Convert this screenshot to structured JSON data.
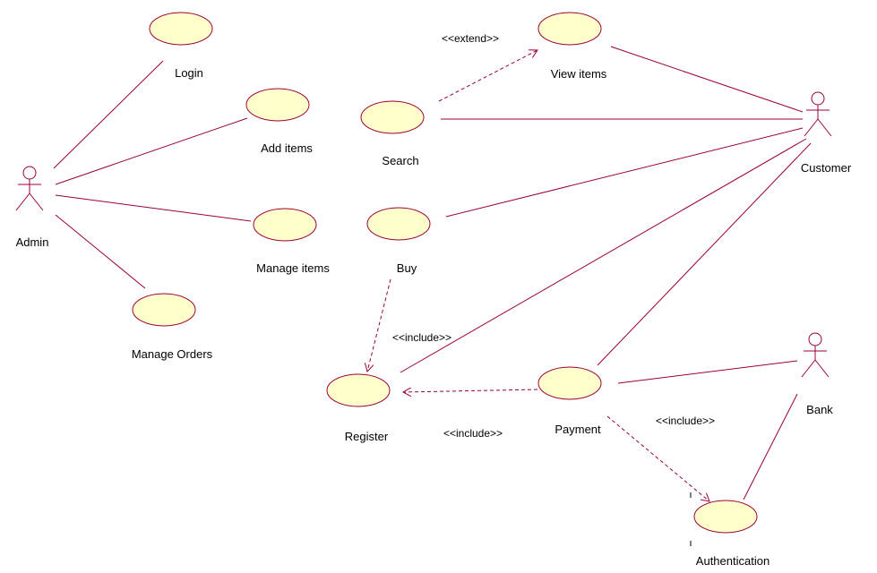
{
  "actors": {
    "admin": "Admin",
    "customer": "Customer",
    "bank": "Bank"
  },
  "use_cases": {
    "login": "Login",
    "add_items": "Add items",
    "manage_items": "Manage items",
    "manage_orders": "Manage Orders",
    "search": "Search",
    "buy": "Buy",
    "view_items": "View items",
    "register": "Register",
    "payment": "Payment",
    "authentication": "Authentication"
  },
  "relationships": {
    "search_view_items": "<<extend>>",
    "buy_register": "<<include>>",
    "payment_register": "<<include>>",
    "payment_authentication": "<<include>>"
  },
  "colors": {
    "line": "#990033",
    "usecase_fill": "#ffffcc",
    "usecase_stroke": "#990033"
  }
}
